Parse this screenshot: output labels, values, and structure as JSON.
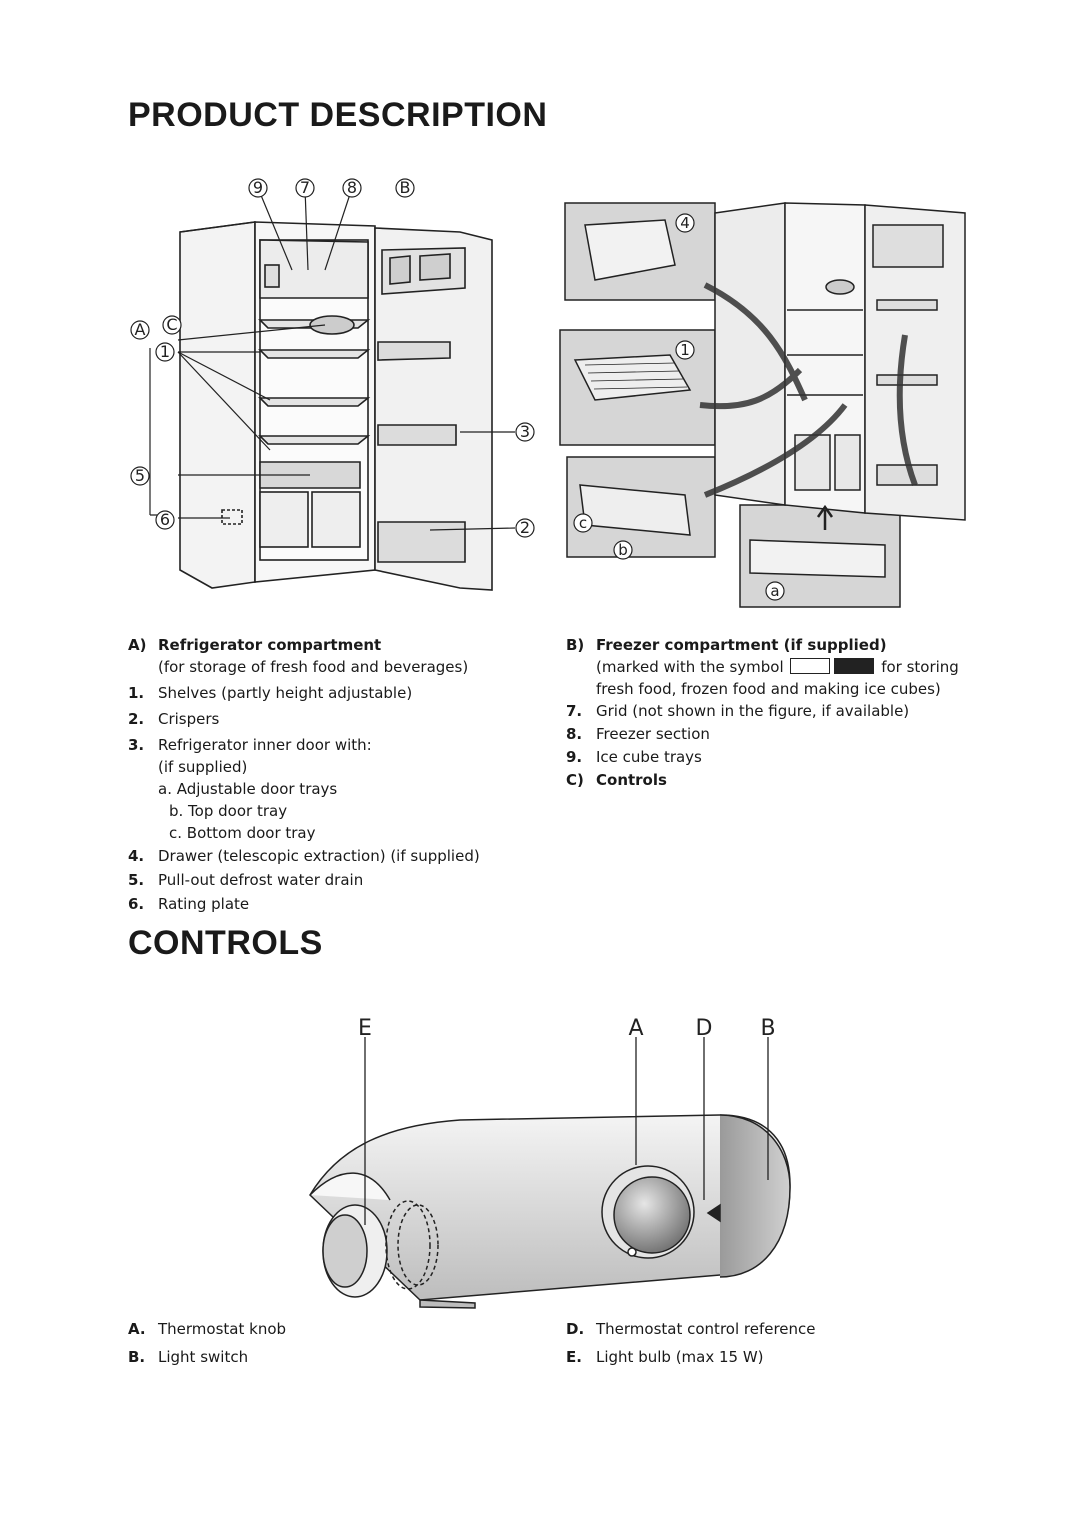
{
  "product_description": {
    "title": "PRODUCT DESCRIPTION",
    "figure_left_callouts": [
      "9",
      "7",
      "8",
      "B",
      "A",
      "C",
      "1",
      "3",
      "5",
      "6",
      "2"
    ],
    "figure_right_callouts": [
      "4",
      "1",
      "c",
      "b",
      "a"
    ],
    "section_a": {
      "letter": "A)",
      "heading": "Refrigerator compartment",
      "subtitle": "(for storage of fresh food and beverages)",
      "items": [
        {
          "num": "1.",
          "text": "Shelves (partly height adjustable)"
        },
        {
          "num": "2.",
          "text": "Crispers"
        },
        {
          "num": "3.",
          "text": "Refrigerator inner door with:"
        }
      ],
      "door_if_supplied": "(if supplied)",
      "door_subitems": [
        "a. Adjustable door trays",
        "b. Top door tray",
        "c. Bottom door tray"
      ],
      "items_after": [
        {
          "num": "4.",
          "text": "Drawer (telescopic extraction) (if supplied)"
        },
        {
          "num": "5.",
          "text": "Pull-out defrost water drain"
        },
        {
          "num": "6.",
          "text": "Rating plate"
        }
      ]
    },
    "section_b": {
      "letter": "B)",
      "heading": "Freezer compartment (if supplied)",
      "subtitle_pre": "(marked with the symbol",
      "subtitle_post": "for storing",
      "subtitle_line2": "fresh food, frozen food and making ice cubes)",
      "items": [
        {
          "num": "7.",
          "text": "Grid (not shown in the figure, if available)"
        },
        {
          "num": "8.",
          "text": "Freezer section"
        },
        {
          "num": "9.",
          "text": "Ice cube trays"
        }
      ]
    },
    "section_c": {
      "letter": "C)",
      "heading": "Controls"
    }
  },
  "controls": {
    "title": "CONTROLS",
    "figure_labels": {
      "e": "E",
      "a": "A",
      "d": "D",
      "b": "B"
    },
    "legend_left": [
      {
        "key": "A.",
        "text": "Thermostat knob"
      },
      {
        "key": "B.",
        "text": "Light switch"
      }
    ],
    "legend_right": [
      {
        "key": "D.",
        "text": "Thermostat control reference"
      },
      {
        "key": "E.",
        "text": "Light bulb (max 15 W)"
      }
    ]
  },
  "colors": {
    "text": "#1a1a1a",
    "line": "#222222",
    "fridge_fill": "#f2f2f2",
    "housing_fill": "#d9d9d9"
  }
}
